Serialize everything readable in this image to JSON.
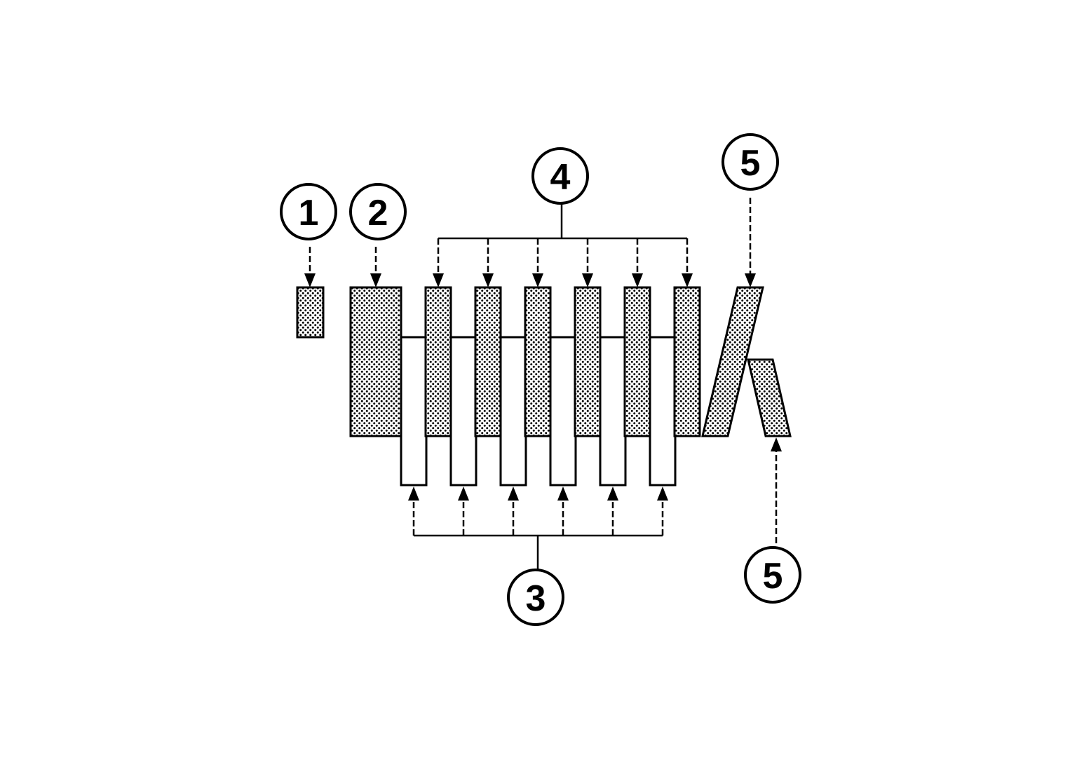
{
  "diagram": {
    "colors": {
      "line": "#000000",
      "fill_dots": "#000000",
      "background": "#ffffff"
    },
    "callouts": {
      "c1": "1",
      "c2": "2",
      "c3": "3",
      "c4": "4",
      "c5_top": "5",
      "c5_bottom": "5"
    }
  }
}
